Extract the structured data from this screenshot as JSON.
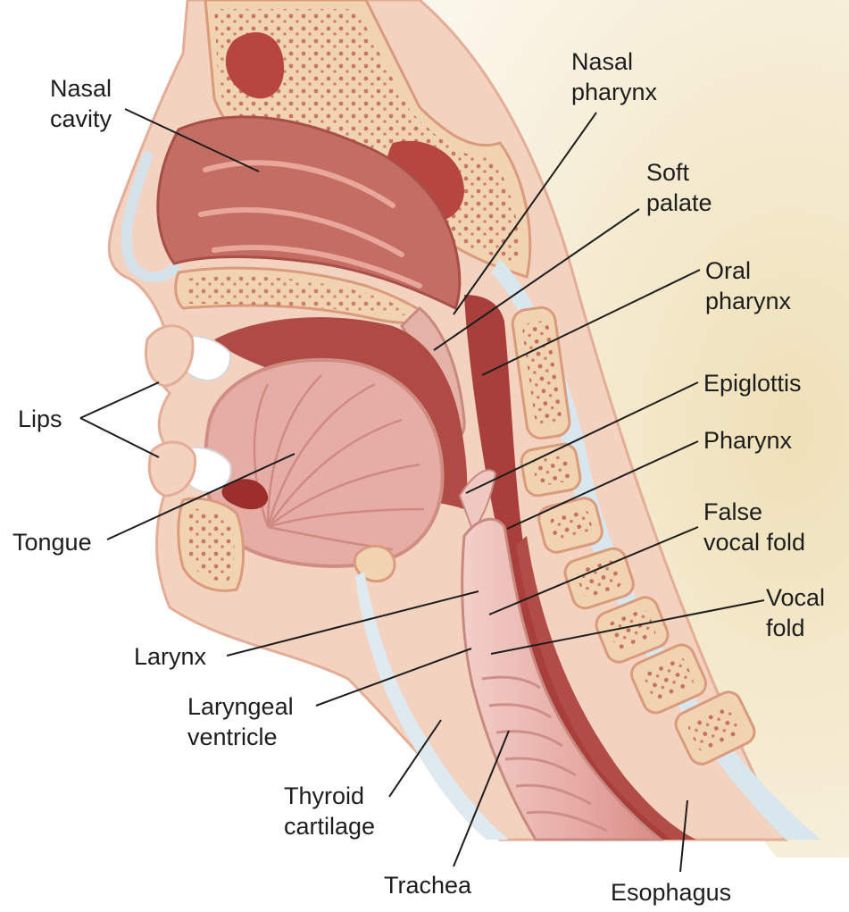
{
  "labels": {
    "nasal_cavity": [
      "Nasal",
      "cavity"
    ],
    "nasal_pharynx": [
      "Nasal",
      "pharynx"
    ],
    "soft_palate": [
      "Soft",
      "palate"
    ],
    "oral_pharynx": [
      "Oral",
      "pharynx"
    ],
    "epiglottis": [
      "Epiglottis"
    ],
    "pharynx": [
      "Pharynx"
    ],
    "false_vocal_fold": [
      "False",
      "vocal fold"
    ],
    "vocal_fold": [
      "Vocal",
      "fold"
    ],
    "lips": [
      "Lips"
    ],
    "tongue": [
      "Tongue"
    ],
    "larynx": [
      "Larynx"
    ],
    "laryngeal_ventricle": [
      "Laryngeal",
      "ventricle"
    ],
    "thyroid_cartilage": [
      "Thyroid",
      "cartilage"
    ],
    "trachea": [
      "Trachea"
    ],
    "esophagus": [
      "Esophagus"
    ]
  },
  "colors": {
    "skin": "#f3d2c0",
    "skin_edge": "#e3ad97",
    "muscle": "#c46d63",
    "muscle_dark": "#a83f3a",
    "bone": "#f1d3b2",
    "bone_dots": "#b8503f",
    "airway": "#d8e6ee",
    "trachea": "#eab2ad",
    "background_tan": "#f2e6c6",
    "leader_line": "#1d1d1d"
  }
}
